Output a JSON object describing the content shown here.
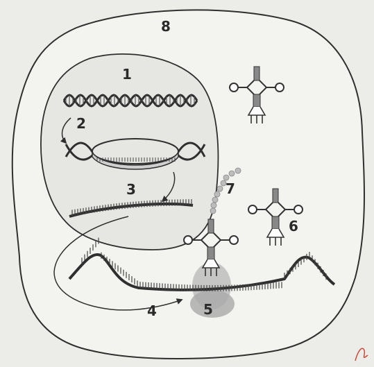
{
  "labels": {
    "l1": "1",
    "l2": "2",
    "l3": "3",
    "l4": "4",
    "l5": "5",
    "l6": "6",
    "l7": "7",
    "l8": "8"
  },
  "colors": {
    "background": "#ecece8",
    "cell": "#f3f3f0",
    "nucleus": "#e6e6e3",
    "ink": "#2f2f2f",
    "ribosome": "#b9b9b9",
    "mark": "#c94a3a"
  }
}
